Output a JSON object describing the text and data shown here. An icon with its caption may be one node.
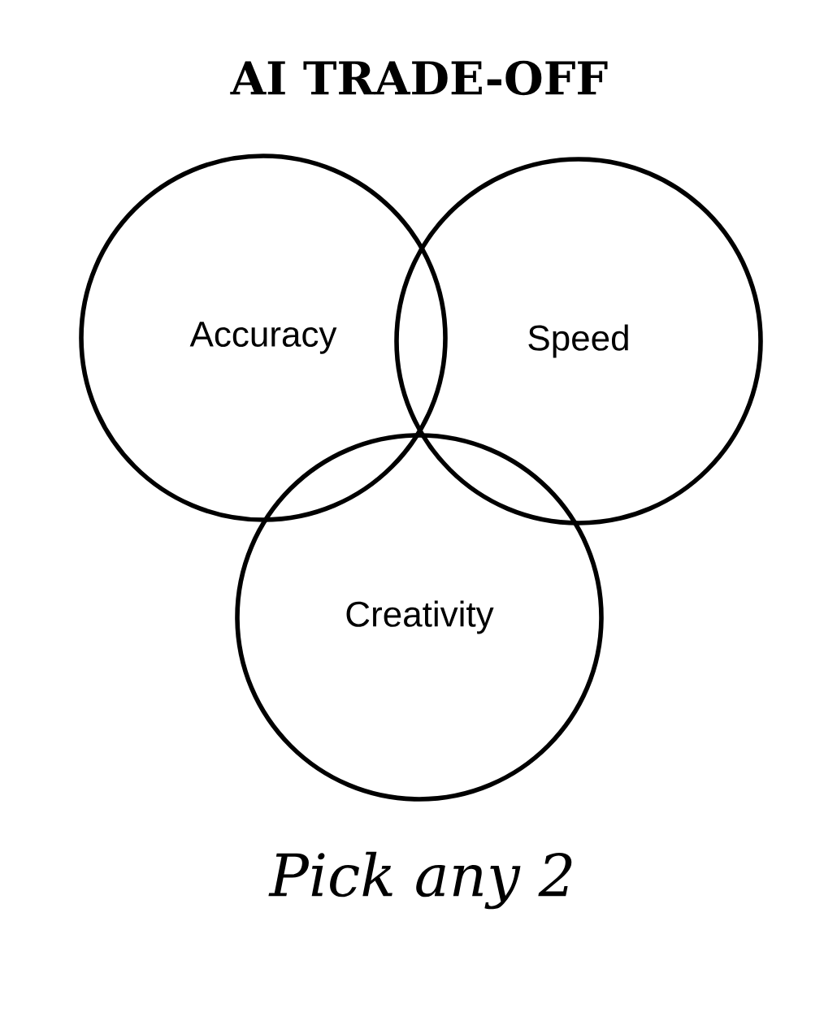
{
  "diagram": {
    "title": "AI TRADE-OFF",
    "caption": "Pick any 2",
    "nodes": [
      {
        "text": [
          "Accuracy"
        ]
      },
      {
        "text": [
          "Speed"
        ]
      },
      {
        "text": [
          "Creativity"
        ]
      }
    ]
  }
}
